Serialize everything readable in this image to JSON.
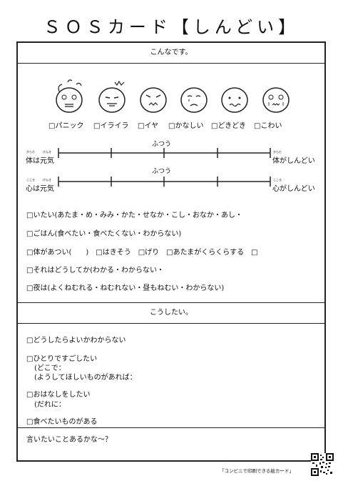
{
  "title": "ＳＯＳカード【しんどい】",
  "section1_header": "こんなです。",
  "faces": [
    {
      "icon": "panic-face-icon",
      "label": "□パニック"
    },
    {
      "icon": "irritated-face-icon",
      "label": "□イライラ"
    },
    {
      "icon": "angry-face-icon",
      "label": "□イヤ"
    },
    {
      "icon": "sad-face-icon",
      "label": "□かなしい"
    },
    {
      "icon": "nervous-face-icon",
      "label": "□どきどき"
    },
    {
      "icon": "scared-face-icon",
      "label": "□こわい"
    }
  ],
  "scale_body": {
    "ruby_left_1": "からだ",
    "ruby_left_2": "げんき",
    "left": "体は元気",
    "middle": "ふつう",
    "ruby_right": "からだ",
    "right": "体がしんどい"
  },
  "scale_mind": {
    "ruby_left_1": "こころ",
    "ruby_left_2": "げんき",
    "left": "心は元気",
    "middle": "ふつう",
    "ruby_right": "こころ",
    "right": "心がしんどい"
  },
  "checks": [
    "□いたい(あたま・め・みみ・かた・せなか・こし・おなか・あし・",
    "□ごはん(食べたい・食べたくない・わからない)",
    "□体があつい(　　)　□はきそう　□げり　□あたまがくらくらする　□",
    "□それはどうしてか(わかる・わからない・",
    "□夜は(よくねむれる・ねむれない・昼もねむい・わからない)"
  ],
  "section2_header": "こうしたい。",
  "wants": {
    "item1": "□どうしたらよいかわからない",
    "item2": "□ひとりですごしたい",
    "item2_sub1": "(どこで：",
    "item2_sub2": "(ようしてほしいものがあれば：",
    "item3": "□おはなしをしたい",
    "item3_sub1": "(だれに：",
    "item4": "□食べたいものがある"
  },
  "free_text_prompt": "言いたいことあるかな〜？",
  "footer": "「コンビニで印刷できる絵カード」"
}
